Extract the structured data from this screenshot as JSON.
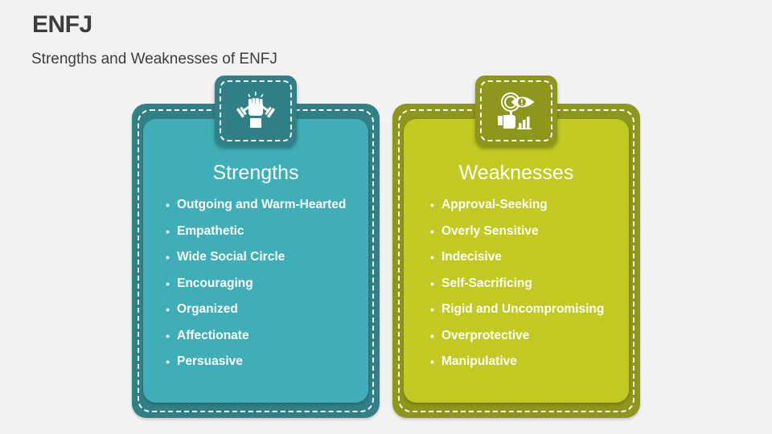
{
  "header": {
    "title": "ENFJ",
    "subtitle": "Strengths and Weaknesses of ENFJ"
  },
  "colors": {
    "background": "#f2f2f2",
    "strengths_outer": "#328087",
    "strengths_inner": "#40aeb8",
    "weaknesses_outer": "#8f961c",
    "weaknesses_inner": "#c1c922",
    "text_light": "#ffffff",
    "text_dark": "#3d3d3d"
  },
  "strengths": {
    "icon": "fist-dumbbell-icon",
    "title": "Strengths",
    "bullet": "•",
    "items": [
      "Outgoing and Warm-Hearted",
      "Empathetic",
      "Wide Social Circle",
      "Encouraging",
      "Organized",
      "Affectionate",
      "Persuasive"
    ]
  },
  "weaknesses": {
    "icon": "magnifier-eye-chart-icon",
    "title": "Weaknesses",
    "bullet": "•",
    "items": [
      "Approval-Seeking",
      "Overly Sensitive",
      "Indecisive",
      "Self-Sacrificing",
      "Rigid and Uncompromising",
      "Overprotective",
      "Manipulative"
    ]
  }
}
